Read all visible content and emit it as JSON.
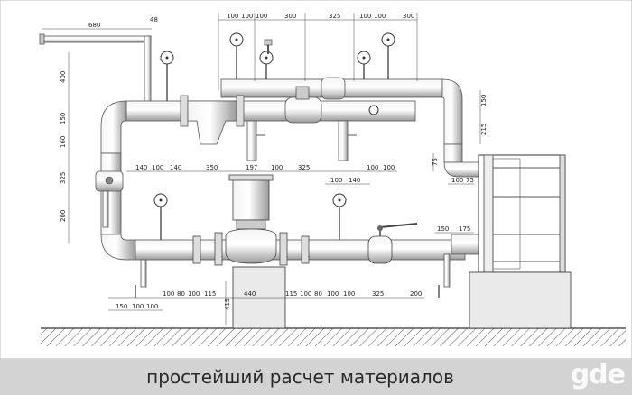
{
  "caption": "простейший расчет материалов",
  "watermark": "gde",
  "dims_top": [
    "100",
    "100",
    "100",
    "300",
    "325",
    "100",
    "100",
    "300"
  ],
  "dim_680": "680",
  "dim_48": "48",
  "dims_left": [
    "400",
    "150",
    "160",
    "325",
    "200"
  ],
  "dims_mid": [
    "140",
    "100",
    "140",
    "350",
    "197",
    "100",
    "325",
    "100",
    "100"
  ],
  "dims_mid2": [
    "100",
    "140"
  ],
  "dims_right": [
    "150",
    "215",
    "75",
    "100",
    "75",
    "150",
    "175"
  ],
  "dims_bottom": [
    "100",
    "80",
    "100",
    "115",
    "440",
    "115",
    "100",
    "80",
    "100",
    "100",
    "325",
    "200"
  ],
  "dims_bottom2": [
    "150",
    "100",
    "100"
  ],
  "dim_415": "415"
}
